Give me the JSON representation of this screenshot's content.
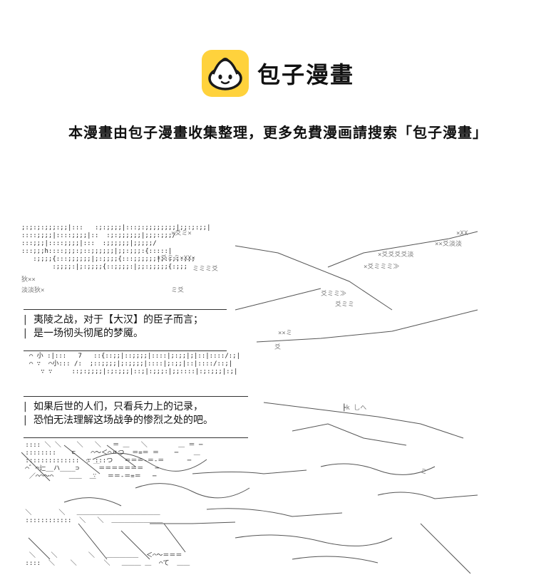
{
  "header": {
    "logo_text": "包子漫畫",
    "tagline": "本漫畫由包子漫畫收集整理，更多免費漫画請搜索「包子漫畫」",
    "logo_icon": "bun-icon",
    "brand_color": "#FFD23C"
  },
  "panel": {
    "caption_1": {
      "line_1": "夷陵之战，对于【大汉】的臣子而言；",
      "line_2": "是一场彻头彻尾的梦魇。"
    },
    "caption_2": {
      "line_1": "如果后世的人们，只看兵力上的记录，",
      "line_2": "恐怕无法理解这场战争的惨烈之处的吧。"
    },
    "bar_glyph": "|"
  }
}
